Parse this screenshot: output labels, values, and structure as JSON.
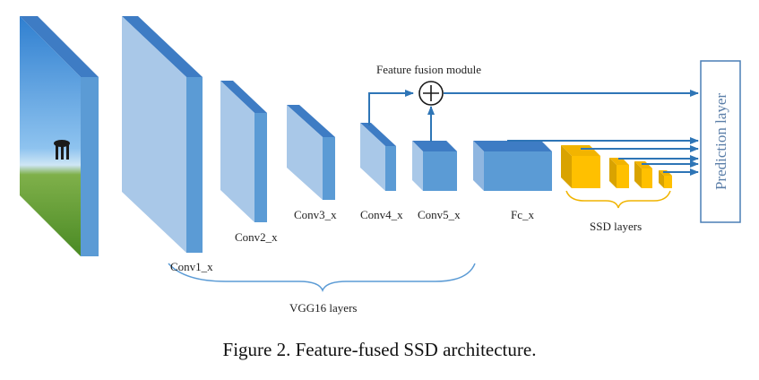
{
  "labels": {
    "conv1": "Conv1_x",
    "conv2": "Conv2_x",
    "conv3": "Conv3_x",
    "conv4": "Conv4_x",
    "conv5": "Conv5_x",
    "fc": "Fc_x",
    "fusion": "Feature fusion module",
    "ssd_layers": "SSD layers",
    "vgg_layers": "VGG16 layers",
    "prediction": "Prediction layer"
  },
  "caption": "Figure 2. Feature-fused SSD architecture.",
  "colors": {
    "vgg_front": "#a9c8e8",
    "vgg_side": "#5b9bd5",
    "vgg_top": "#3e7cc4",
    "fc_front": "#5b9bd5",
    "ssd_front": "#ffc000",
    "ssd_side": "#d9a300",
    "ssd_top": "#f2b400",
    "arrow": "#2e75b6"
  }
}
